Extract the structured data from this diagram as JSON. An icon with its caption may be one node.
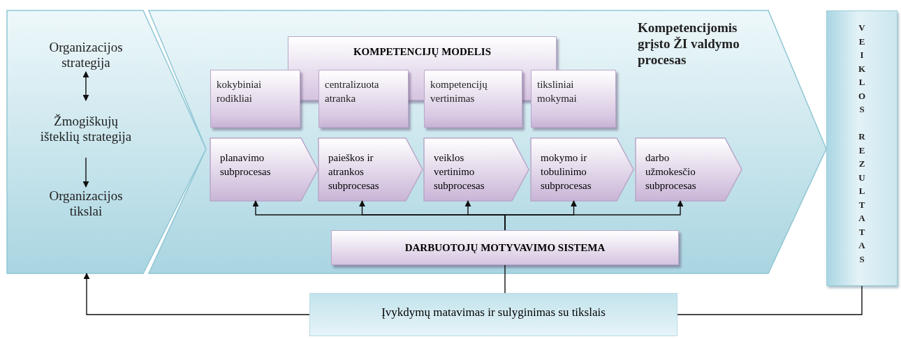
{
  "diagram": {
    "nodes": [
      {
        "text": [],
        "shape": "chevron"
      },
      {
        "text": [
          "Organizacijos strategija"
        ],
        "in": 0
      },
      {
        "text": [
          "Žmogiškujų išteklių strategija"
        ],
        "in": 0
      },
      {
        "text": [
          "Organizacijos tikslai"
        ],
        "in": 0
      },
      {
        "text": [
          "Kompetencijomis grįsto ŽI valdymo procesas"
        ]
      },
      {
        "text": [
          "KOMPETENCIJŲ MODELIS"
        ],
        "in": 4
      },
      {
        "text": [
          "kokybiniai rodikliai"
        ],
        "in": 4
      },
      {
        "text": [
          "centralizuota atranka"
        ],
        "in": 4
      },
      {
        "text": [
          "kompetencijų vertinimas"
        ],
        "in": 4
      },
      {
        "text": [
          "tiksliniai mokymai"
        ],
        "in": 4
      },
      {
        "text": [
          "planavimo subprocesas"
        ],
        "in": 4
      },
      {
        "text": [
          "paieškos ir atrankos subprocesas"
        ],
        "in": 4
      },
      {
        "text": [
          "veiklos vertinimo subprocesas"
        ],
        "in": 4
      },
      {
        "text": [
          "mokymo ir tobulinimo subprocesas"
        ],
        "in": 4
      },
      {
        "text": [
          "darbo užmokesčio subprocesas"
        ],
        "in": 4
      },
      {
        "text": [
          "DARBUOTOJŲ MOTYVAVIMO SISTEMA"
        ],
        "in": 4
      },
      {
        "text": [
          "VEIKLOS REZULTATAS"
        ]
      },
      {
        "text": [
          "Įvykdymų matavimas ir sulyginimas su tikslais"
        ]
      }
    ],
    "edges": [
      {
        "from": 1,
        "to": 2,
        "arrow": "both"
      },
      {
        "from": 2,
        "to": 3,
        "arrow": "to"
      },
      {
        "from": 15,
        "to": 10,
        "arrow": "to"
      },
      {
        "from": 15,
        "to": 11,
        "arrow": "to"
      },
      {
        "from": 15,
        "to": 12,
        "arrow": "to"
      },
      {
        "from": 15,
        "to": 13,
        "arrow": "to"
      },
      {
        "from": 15,
        "to": 14,
        "arrow": "to"
      },
      {
        "from": 15,
        "to": 17,
        "arrow": "none"
      },
      {
        "from": 16,
        "to": 17,
        "arrow": "none"
      },
      {
        "from": 17,
        "to": 0,
        "arrow": "to"
      }
    ]
  }
}
